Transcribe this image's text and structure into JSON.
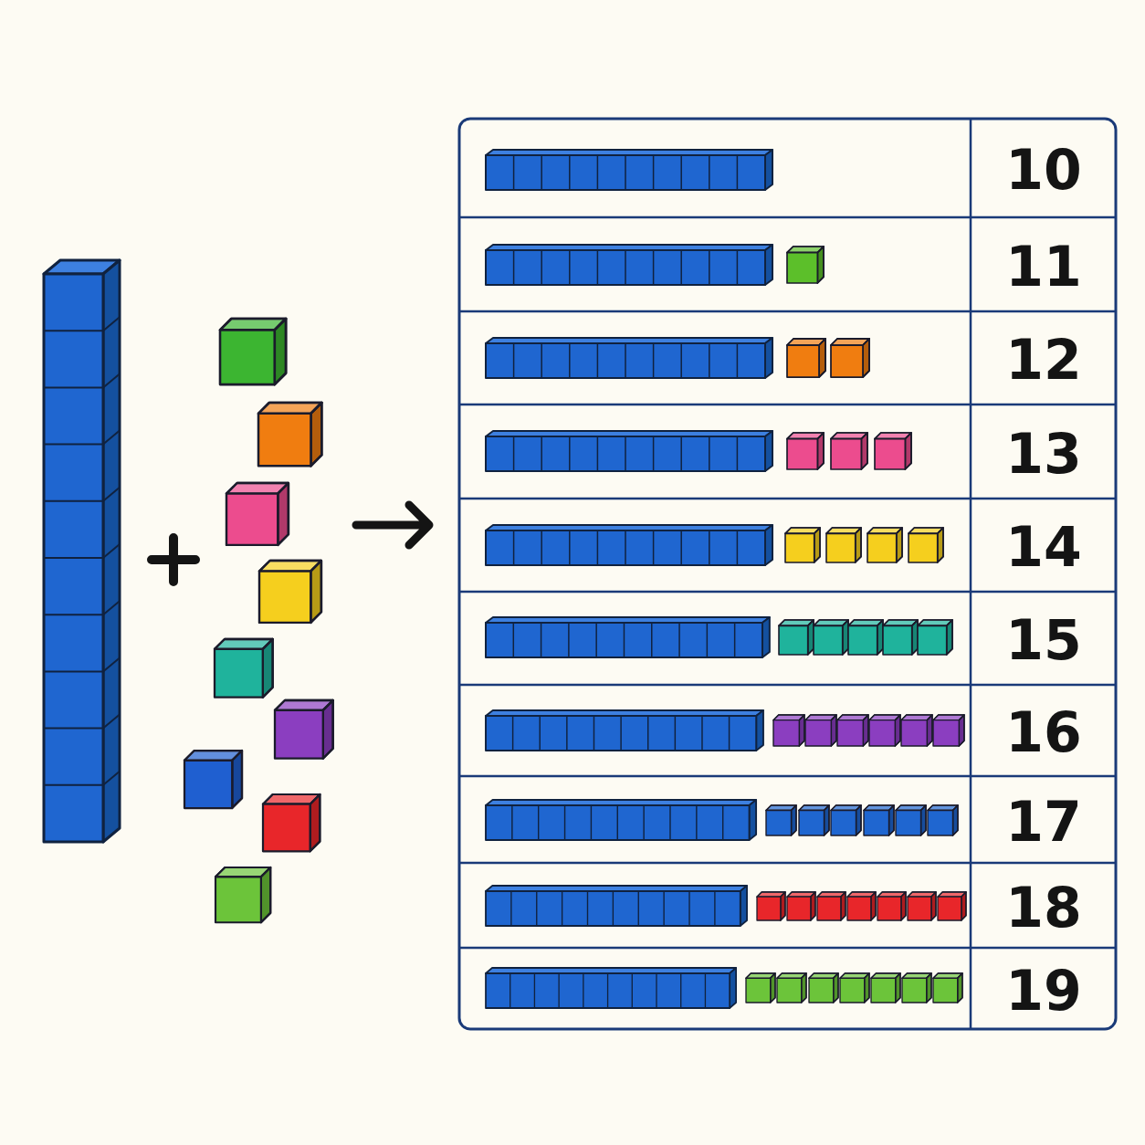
{
  "diagram": {
    "labels": [
      "10",
      "11",
      "12",
      "13",
      "14",
      "15",
      "16",
      "17",
      "18",
      "19"
    ]
  }
}
